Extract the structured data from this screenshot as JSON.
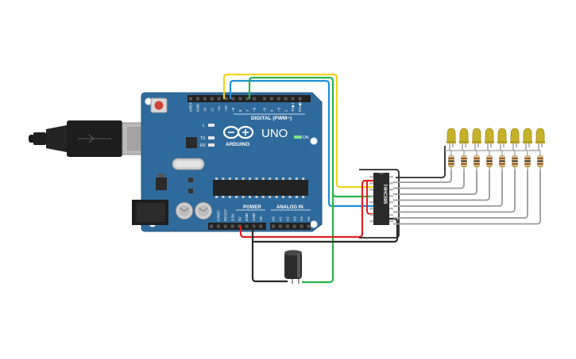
{
  "board": {
    "brand": "ARDUINO",
    "model": "UNO",
    "digital_header": "DIGITAL (PWM~)",
    "power_header": "POWER",
    "analog_header": "ANALOG IN",
    "on_label": "ON",
    "led_l": "L",
    "led_tx": "TX",
    "led_rx": "RX",
    "digital_pins": [
      "AREF",
      "GND",
      "13",
      "12",
      "~11",
      "~10",
      "~9",
      "8",
      "7",
      "~6",
      "~5",
      "4",
      "~3",
      "2",
      "TX▶1",
      "RX◀0"
    ],
    "power_pins": [
      "IOREF",
      "RESET",
      "3.3V",
      "5V",
      "GND",
      "GND",
      "Vin"
    ],
    "analog_pins": [
      "A0",
      "A1",
      "A2",
      "A3",
      "A4",
      "A5"
    ],
    "board_color": "#2f6a9c"
  },
  "shift_register": {
    "label": "74HC595"
  },
  "leds": {
    "count": 8,
    "color": "#c6b12a"
  },
  "resistors": {
    "count": 8
  },
  "wire_colors": {
    "yellow": "#f2d21c",
    "green": "#2bb34a",
    "blue": "#1e90d6",
    "red": "#e02020",
    "black": "#2a2a2a",
    "gray": "#9a9a9a"
  }
}
